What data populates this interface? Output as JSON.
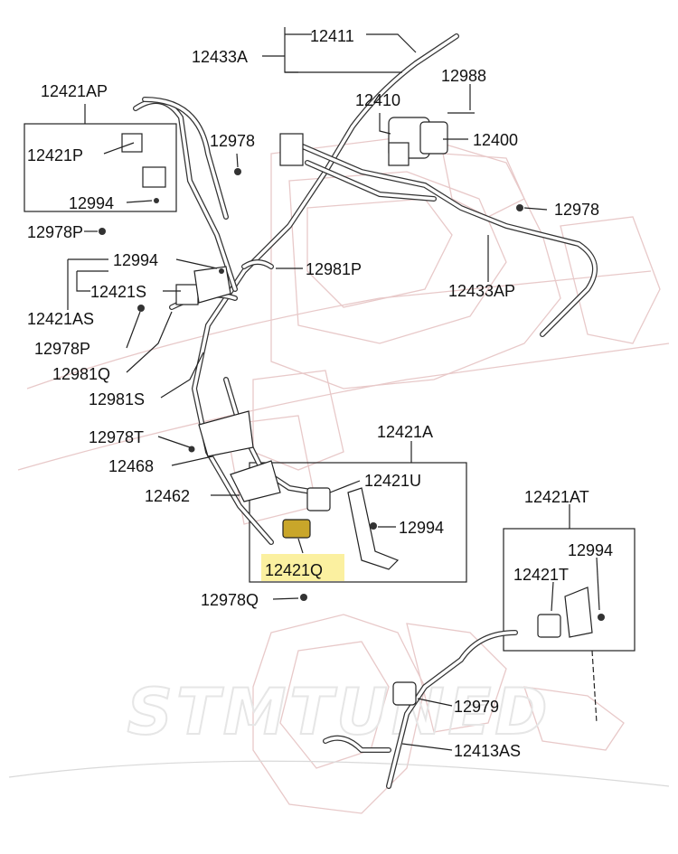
{
  "watermark": "STMTUNED",
  "labels": {
    "l12411": "12411",
    "l12433A": "12433A",
    "l12988": "12988",
    "l12421AP": "12421AP",
    "l12410": "12410",
    "l12400": "12400",
    "l12421P": "12421P",
    "l12978a": "12978",
    "l12994a": "12994",
    "l12978P": "12978P",
    "l12978b": "12978",
    "l12994b": "12994",
    "l12981P": "12981P",
    "l12421S": "12421S",
    "l12433AP": "12433AP",
    "l12421AS": "12421AS",
    "l12978PP": "12978P",
    "l12981Q": "12981Q",
    "l12981S": "12981S",
    "l12421A": "12421A",
    "l12978T": "12978T",
    "l12468": "12468",
    "l12421U": "12421U",
    "l12462": "12462",
    "l12994c": "12994",
    "l12421Q": "12421Q",
    "l12421AT": "12421AT",
    "l12978Q": "12978Q",
    "l12994d": "12994",
    "l12421T": "12421T",
    "l12979": "12979",
    "l12413AS": "12413AS"
  },
  "colors": {
    "highlight": "#fbf0a0",
    "highlight_part": "#c9a62a",
    "ghost": "#e8c9c9"
  }
}
